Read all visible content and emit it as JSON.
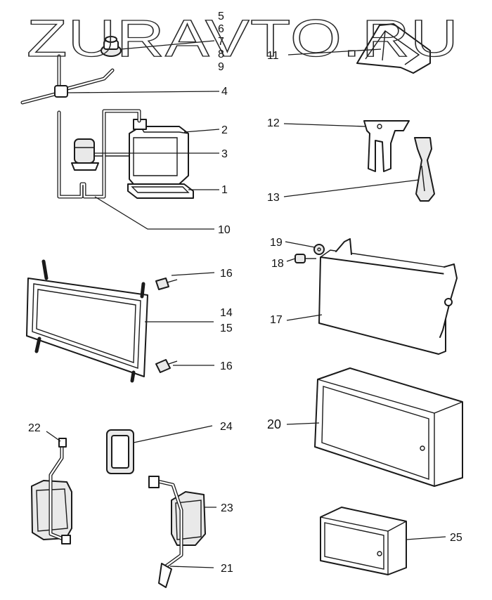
{
  "watermark": "ZURAVTO.RU",
  "callouts": {
    "c1": "1",
    "c2": "2",
    "c3": "3",
    "c4": "4",
    "c5": "5",
    "c6": "6",
    "c7": "7",
    "c8": "8",
    "c9": "9",
    "c10": "10",
    "c11": "11",
    "c12": "12",
    "c13": "13",
    "c14": "14",
    "c15": "15",
    "c16a": "16",
    "c16b": "16",
    "c17": "17",
    "c18": "18",
    "c19": "19",
    "c20": "20",
    "c21": "21",
    "c22": "22",
    "c23": "23",
    "c24": "24",
    "c25": "25"
  }
}
